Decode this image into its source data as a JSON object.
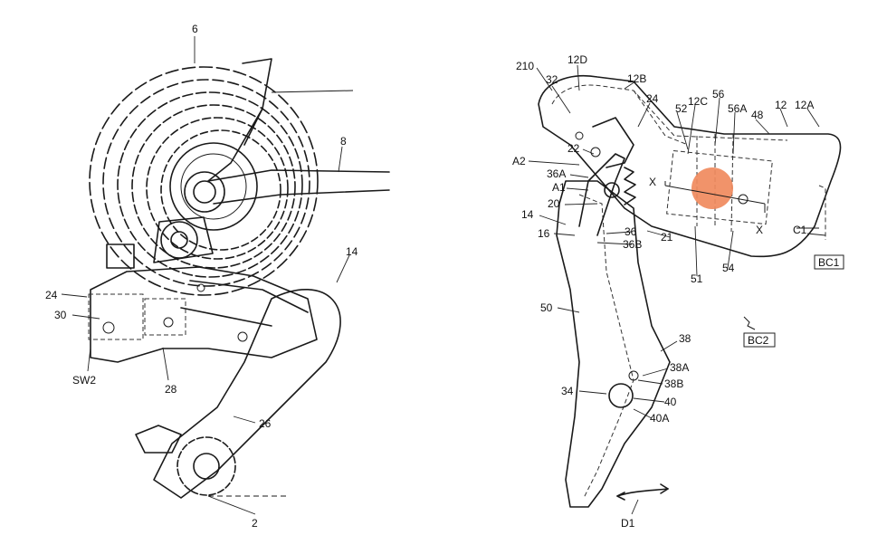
{
  "colors": {
    "ink": "#1a1a1a",
    "highlight": "#f08a5d",
    "background": "#ffffff"
  },
  "left_figure": {
    "labels": {
      "l6": "6",
      "l8": "8",
      "l14": "14",
      "l24": "24",
      "l30": "30",
      "sw2": "SW2",
      "l28": "28",
      "l26": "26",
      "l2": "2"
    }
  },
  "right_figure": {
    "labels": {
      "l210": "210",
      "l12d": "12D",
      "l32": "32",
      "l12b": "12B",
      "l24": "24",
      "l12c": "12C",
      "l56": "56",
      "l52": "52",
      "l56a": "56A",
      "l48": "48",
      "l12": "12",
      "l12a": "12A",
      "l22": "22",
      "a2": "A2",
      "l36a": "36A",
      "a1": "A1",
      "x1": "X",
      "x2": "X",
      "l20": "20",
      "l14": "14",
      "l16": "16",
      "l36": "36",
      "l36b": "36B",
      "l21": "21",
      "c1": "C1",
      "bc1": "BC1",
      "l51": "51",
      "l54": "54",
      "l50": "50",
      "bc2": "BC2",
      "l38": "38",
      "l38a": "38A",
      "l38b": "38B",
      "l34": "34",
      "l40": "40",
      "l40a": "40A",
      "d1": "D1"
    }
  }
}
